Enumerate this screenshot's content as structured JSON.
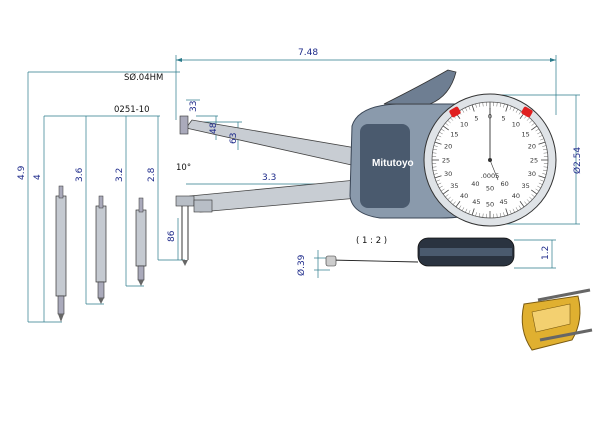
{
  "dimensions": {
    "overall_length": "7.48",
    "dial_diameter": "Ø2.54",
    "contact_point_radius": "SØ.04HM",
    "part_number": "0251-10",
    "d_33": "33",
    "d_48": "48",
    "d_63": "63",
    "angle": "10°",
    "jaw_length": "3.3",
    "d_86": "86",
    "ext_49": "4.9",
    "ext_4": "4",
    "ext_36": "3.6",
    "ext_32": "3.2",
    "ext_28": "2.8",
    "scale_ratio": "( 1 : 2 )",
    "d_39": "Ø.39",
    "body_thickness": "1.2"
  },
  "brand": {
    "name": "Mitutoyo"
  },
  "dial": {
    "outer_labels": [
      "0",
      "5",
      "10",
      "15",
      "20",
      "25",
      "30",
      "35",
      "40",
      "45",
      "50",
      "45",
      "40",
      "35",
      "30",
      "25",
      "20",
      "15",
      "10",
      "5"
    ],
    "inner_labels": [
      "60",
      "50",
      "40"
    ],
    "unit_text": ".0005"
  },
  "colors": {
    "body": "#8a9aac",
    "body_dark": "#4a5a6e",
    "dim_text": "#1d2a8a",
    "dim_line": "#2a7a8a",
    "marker": "#e02020",
    "gold": "#e0b030"
  }
}
